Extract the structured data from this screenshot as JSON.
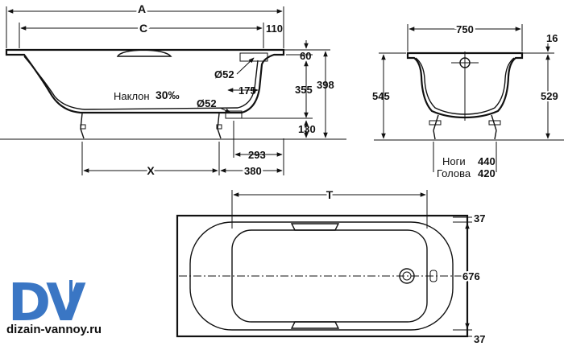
{
  "side_view": {
    "dim_A": "A",
    "dim_C": "C",
    "dim_110": "110",
    "dim_60": "60",
    "dim_398": "398",
    "dim_355": "355",
    "dim_52_top": "Ø52",
    "dim_175": "175",
    "dim_52_bottom": "Ø52",
    "dim_130": "130",
    "slope_label": "Наклон",
    "slope_value": "30‰",
    "dim_293": "293",
    "dim_X": "X",
    "dim_380": "380"
  },
  "end_view": {
    "dim_750": "750",
    "dim_16": "16",
    "dim_545": "545",
    "dim_529": "529",
    "legs_label": "Ноги",
    "legs_value": "440",
    "head_label": "Голова",
    "head_value": "420"
  },
  "plan_view": {
    "dim_T": "T",
    "dim_37_top": "37",
    "dim_676": "676",
    "dim_37_bottom": "37"
  },
  "logo": {
    "letters": "DV",
    "site": "dizain-vannoy.ru",
    "color": "#3a76c4"
  }
}
